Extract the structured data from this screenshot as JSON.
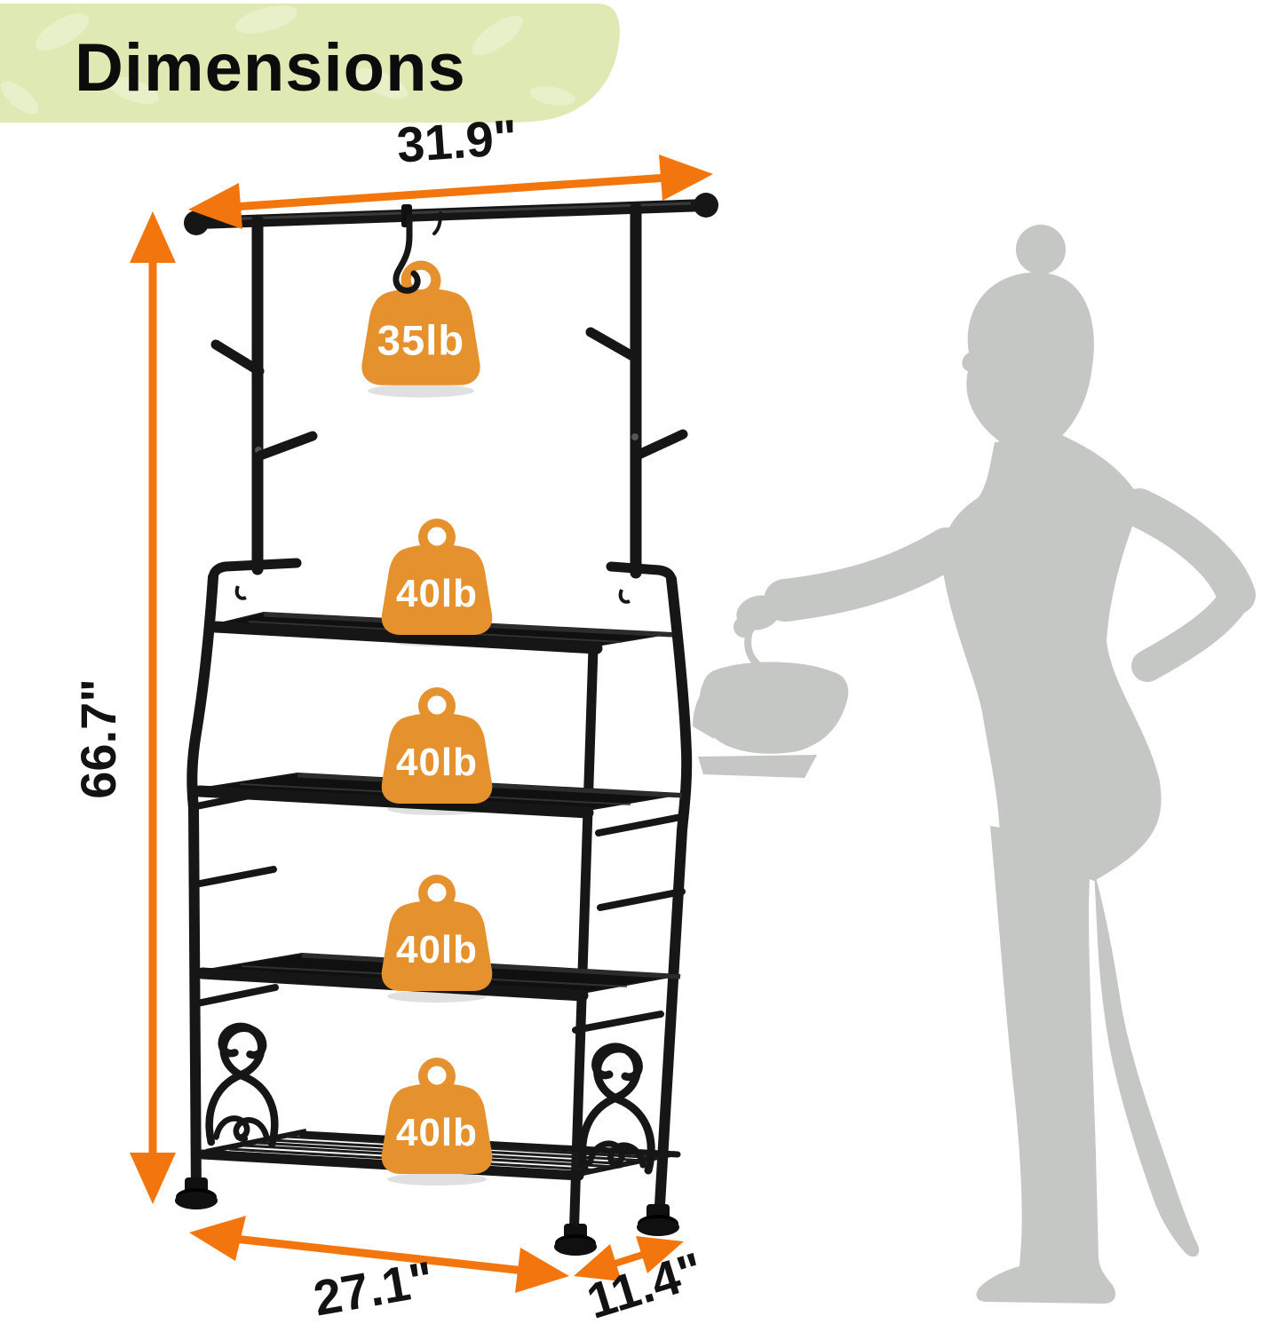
{
  "page": {
    "title": "Dimensions"
  },
  "dimensions": {
    "hanging_bar_width": "31.9\"",
    "overall_height": "66.7\"",
    "base_width": "27.1\"",
    "base_depth": "11.4\""
  },
  "load_capacity": {
    "hanging_bar": "35lb",
    "shelf_1": "40lb",
    "shelf_2": "40lb",
    "shelf_3": "40lb",
    "shelf_4": "40lb"
  },
  "colors": {
    "arrow_orange": "#F2760D",
    "weight_orange": "#E5922E",
    "banner_green": "#DEE9B4",
    "leaf_green": "#E9F1CC",
    "silhouette_gray": "#C5C7C4",
    "rack_black": "#161616"
  },
  "icons": {
    "weight_badge": "kettlebell-weight-icon",
    "dimension_arrow": "double-headed-arrow-icon"
  }
}
